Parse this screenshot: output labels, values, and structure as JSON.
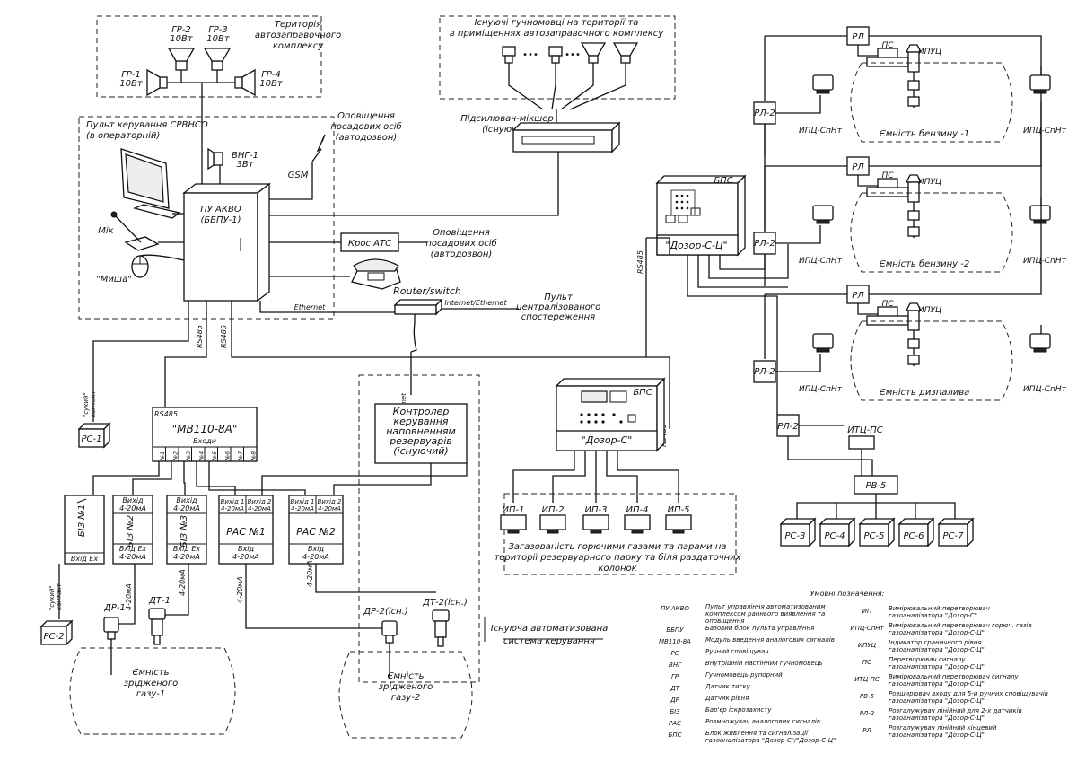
{
  "zones": {
    "territory": "Територія\nавтозаправочного\nкомплексу",
    "existing_speakers": "Існуючі гучномовці на території та\nв приміщеннях автозаправочного комплексу",
    "console": "Пульт керування СРВНСО\n(в операторній)",
    "existing_auto": "Існуюча автоматизована\nсистема керування"
  },
  "speakers": {
    "gr1": "ГР-1\n10Вт",
    "gr2": "ГР-2\n10Вт",
    "gr3": "ГР-3\n10Вт",
    "gr4": "ГР-4\n10Вт",
    "vng1": "ВНГ-1\n3Вт",
    "dots": "•••"
  },
  "devices": {
    "mixer": "Підсилювач-мікшер\n(існуючий)",
    "pu_akvo": "ПУ АКВО\n(ББПУ-1)",
    "gsm": "GSM",
    "notify1": "Оповіщення\nпосадових осіб\n(автодозвон)",
    "notify2": "Оповіщення\nпосадових осіб\n(автодозвон)",
    "kros": "Крос АТС",
    "mic": "Мік",
    "mouse": "\"Миша\"",
    "router": "Router/switch",
    "ethernet": "Ethernet",
    "internet": "Internet/Ethernet",
    "remote": "Пульт\nцентралізованого\nспостереження",
    "rs485": "RS485",
    "dry_contact": "\"сухий\"\nконтакт",
    "rs1": "РС-1",
    "rs2": "РС-2",
    "mv110": "\"МВ110-8А\"",
    "inputs": "Входи",
    "inputs_n": [
      "№1",
      "№2",
      "№3",
      "№4",
      "№5",
      "№6",
      "№7",
      "№8"
    ],
    "controller": "Контролер\nкерування\nнаповненням\nрезервуарів\n(існуючий)",
    "biz1": "БІЗ №1",
    "biz1_in": "Вхід Ex",
    "biz2": "БІЗ №2",
    "biz3": "БІЗ №3",
    "biz_out": "Вихід\n4-20мА",
    "biz_in": "Вхід Ex\n4-20мА",
    "ras1": "РАС №1",
    "ras2": "РАС №2",
    "ras_out1": "Вихід 1\n4-20мА",
    "ras_out2": "Вихід 2\n4-20мА",
    "ras_in": "Вхід\n4-20мА",
    "ma": "4-20мА",
    "dr1": "ДР-1",
    "dt1": "ДТ-1",
    "dr2": "ДР-2(існ.)",
    "dt2": "ДТ-2(існ.)",
    "tank1": "Ємність\nзрідженого\nгазу-1",
    "tank2": "Ємність\nзрідженого\nгазу-2",
    "bps": "БПС",
    "dozor_c": "\"Дозор-С\"",
    "dozor_cc": "\"Дозор-С-Ц\"",
    "ip": [
      "ИП-1",
      "ИП-2",
      "ИП-3",
      "ИП-4",
      "ИП-5"
    ],
    "gas_label": "Загазованість горючими газами та парами на\nтериторії резервуарного парку та біля раздаточних\nколонок",
    "rl": "РЛ",
    "rl2": "РЛ-2",
    "ps": "ПС",
    "ipuc": "ИПУЦ",
    "ipc": "ИПЦ-СпНт",
    "itc_ps": "ИТЦ-ПС",
    "rv5": "РВ-5",
    "tank_b1": "Ємність бензину -1",
    "tank_b2": "Ємність бензину -2",
    "tank_d": "Ємність дизпалива",
    "rs_right": [
      "РС-3",
      "РС-4",
      "РС-5",
      "РС-6",
      "РС-7"
    ]
  },
  "legend": {
    "title": "Умовні позначення:",
    "left": [
      [
        "ПУ АКВО",
        "Пульт управління автоматизованим\nкомплексом раннього виявлення та\nоповіщення"
      ],
      [
        "ББПУ",
        "Базовий блок пульта управління"
      ],
      [
        "МВ110-8А",
        "Модуль введення аналогових сигналів"
      ],
      [
        "РС",
        "Ручний сповіщувач"
      ],
      [
        "ВНГ",
        "Внутрішній настінний гучномовець"
      ],
      [
        "ГР",
        "Гучномовець рупорний"
      ],
      [
        "ДТ",
        "Датчик тиску"
      ],
      [
        "ДР",
        "Датчик рівня"
      ],
      [
        "БІЗ",
        "Бар'єр іскрозахисту"
      ],
      [
        "РАС",
        "Розмножувач аналогових сигналів"
      ],
      [
        "БПС",
        "Блок живлення та сигналізації\nгазоаналізатора \"Дозор-С\"/\"Дозор-С-Ц\""
      ]
    ],
    "right": [
      [
        "ИП",
        "Вимірювальний перетворювач\nгазоаналізатора \"Дозор-С\""
      ],
      [
        "ИПЦ-СпНт",
        "Вимірювальний перетворювач горюч. газів\nгазоаналізатора \"Дозор-С-Ц\""
      ],
      [
        "ИПУЦ",
        "Індикатор граничного рівня\nгазоаналізатора \"Дозор-С-Ц\""
      ],
      [
        "ПС",
        "Перетворювач сигналу\nгазоаналізатора \"Дозор-С-Ц\""
      ],
      [
        "ИТЦ-ПС",
        "Вимірювальний перетворювач сигналу\nгазоаналізатора \"Дозор-С-Ц\""
      ],
      [
        "РВ-5",
        "Розширювач входу для 5-и ручних сповіщувачів\nгазоаналізатора \"Дозор-С-Ц\""
      ],
      [
        "РЛ-2",
        "Розгалужувач лінійний для 2-х датчиків\nгазоаналізатора \"Дозор-С-Ц\""
      ],
      [
        "РЛ",
        "Розгалужувач лінійний кінцевий\nгазоаналізатора \"Дозор-С-Ц\""
      ]
    ]
  }
}
